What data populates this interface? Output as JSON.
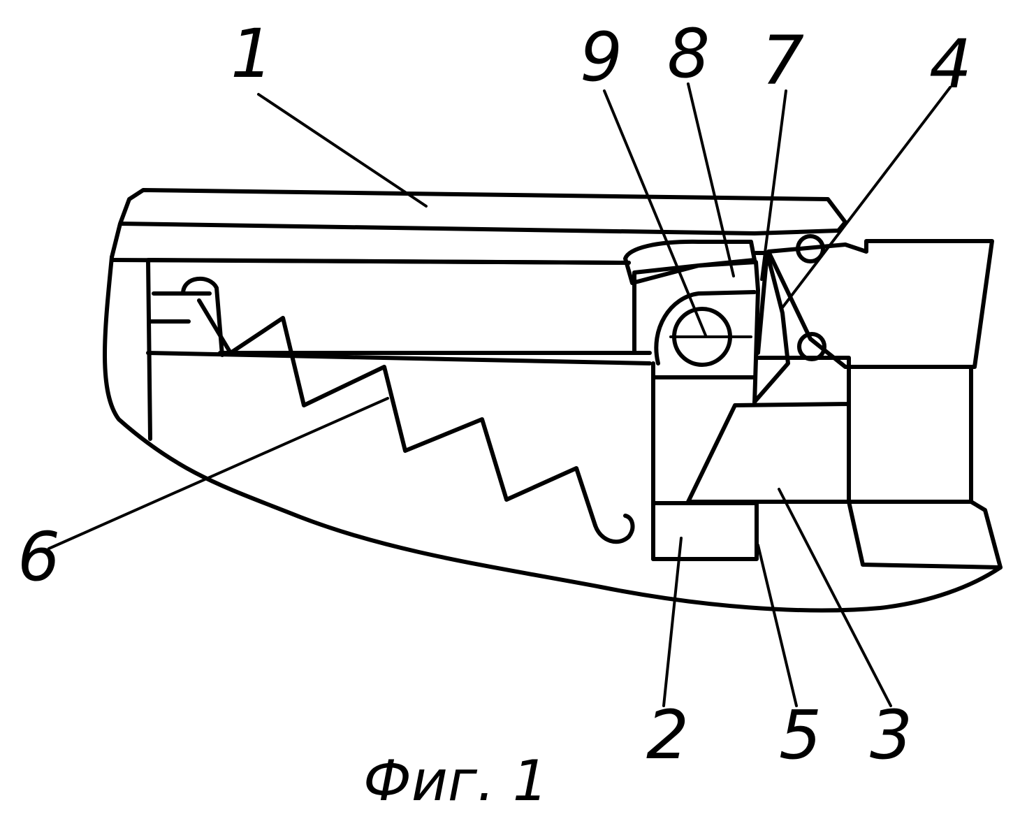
{
  "figure": {
    "caption": "Фиг. 1",
    "labels": {
      "l1": "1",
      "l2": "2",
      "l3": "3",
      "l4": "4",
      "l5": "5",
      "l6": "6",
      "l7": "7",
      "l8": "8",
      "l9": "9"
    }
  }
}
